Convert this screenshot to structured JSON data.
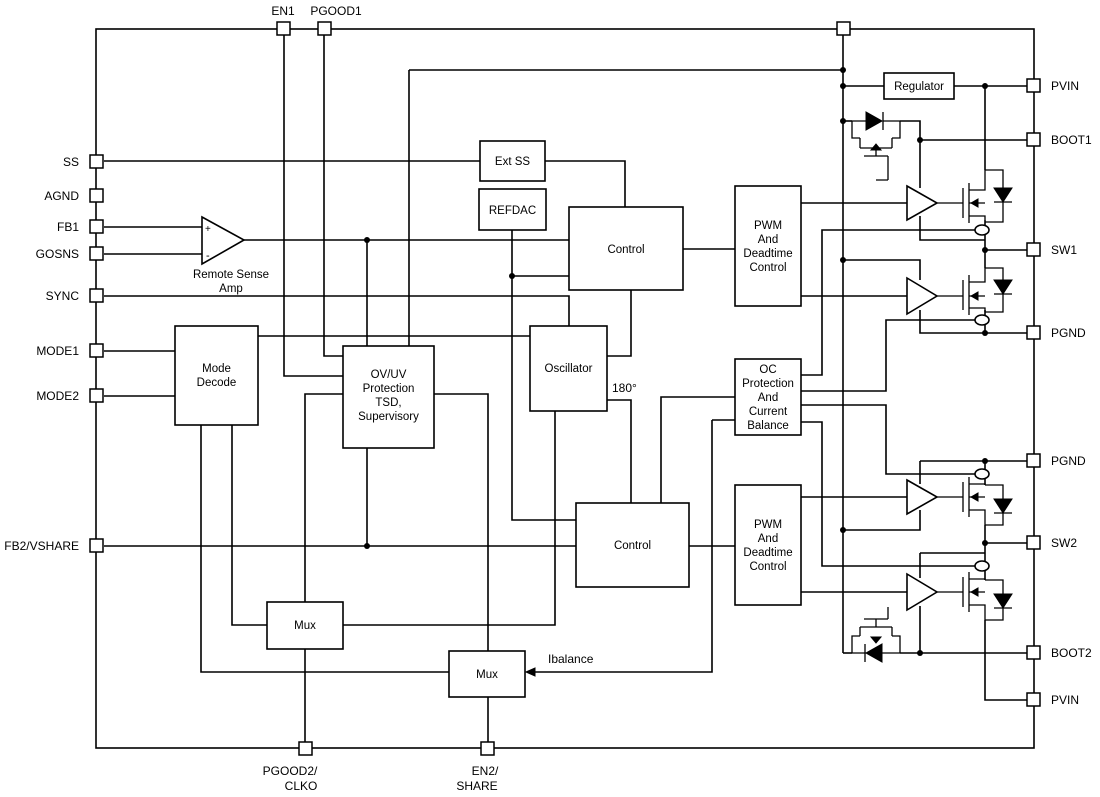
{
  "pins": {
    "en1": "EN1",
    "pgood1": "PGOOD1",
    "ss": "SS",
    "agnd": "AGND",
    "fb1": "FB1",
    "gosns": "GOSNS",
    "sync": "SYNC",
    "mode1": "MODE1",
    "mode2": "MODE2",
    "fb2_vshare": "FB2/VSHARE",
    "pgood2_line1": "PGOOD2/",
    "pgood2_line2": "CLKO",
    "en2_line1": "EN2/",
    "en2_line2": "SHARE",
    "pvin_top": "PVIN",
    "boot1": "BOOT1",
    "sw1": "SW1",
    "pgnd_top": "PGND",
    "pgnd_bottom": "PGND",
    "sw2": "SW2",
    "boot2": "BOOT2",
    "pvin_bottom": "PVIN"
  },
  "blocks": {
    "ext_ss": "Ext SS",
    "refdac": "REFDAC",
    "control_top": "Control",
    "control_bottom": "Control",
    "pwm1": [
      "PWM",
      "And",
      "Deadtime",
      "Control"
    ],
    "pwm2": [
      "PWM",
      "And",
      "Deadtime",
      "Control"
    ],
    "regulator": "Regulator",
    "mode_decode": [
      "Mode",
      "Decode"
    ],
    "ovuv": [
      "OV/UV",
      "Protection",
      "TSD,",
      "Supervisory"
    ],
    "oscillator": "Oscillator",
    "oc": [
      "OC",
      "Protection",
      "And",
      "Current",
      "Balance"
    ],
    "mux_left": "Mux",
    "mux_right": "Mux",
    "remote_sense": [
      "Remote Sense",
      "Amp"
    ]
  },
  "annotations": {
    "phase": "180°",
    "ibalance": "Ibalance",
    "amp_plus": "+",
    "amp_minus": "-"
  }
}
